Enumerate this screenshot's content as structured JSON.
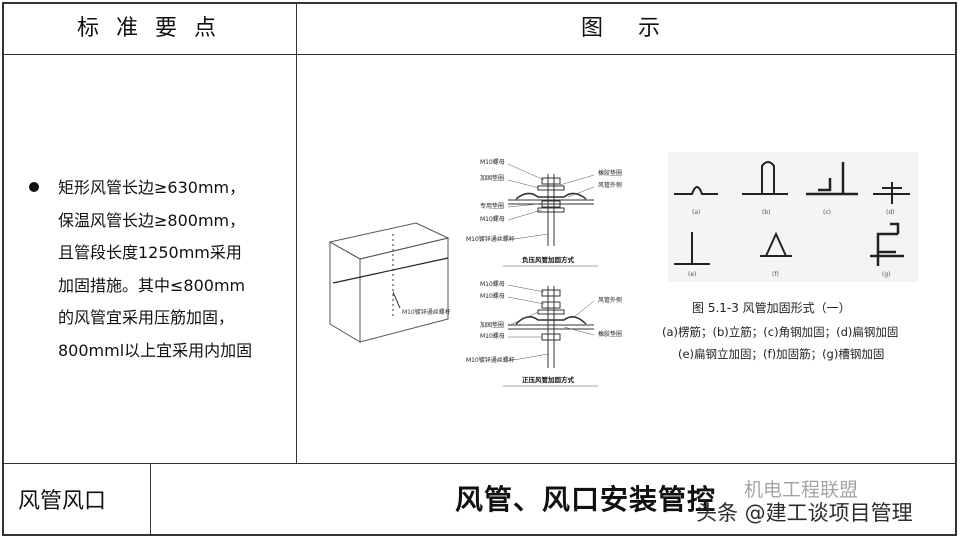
{
  "header": {
    "left": "标 准 要 点",
    "right": "图 示"
  },
  "requirement": {
    "lines": [
      "矩形风管长边≥630mm，",
      "保温风管长边≥800mm，",
      "且管段长度1250mm采用",
      "加固措施。其中≤800mm",
      "的风管宜采用压筋加固，",
      "800mml以上宜采用内加固"
    ]
  },
  "figure": {
    "duct_label": "M10镀锌通丝螺杆",
    "top_detail": {
      "labels_left": [
        "M10螺母",
        "加固垫圈",
        "专用垫圈",
        "M10螺母",
        "M10镀锌通丝螺杆"
      ],
      "labels_right": [
        "橡胶垫圈",
        "风管外侧"
      ],
      "caption": "负压风管加固方式"
    },
    "bottom_detail": {
      "labels_left": [
        "M10螺母",
        "M10螺母",
        "加固垫圈",
        "M10螺母",
        "M10镀锌通丝螺杆"
      ],
      "labels_right": [
        "风管外侧",
        "橡胶垫圈"
      ],
      "caption": "正压风管加固方式"
    },
    "forms": {
      "tags": [
        "(a)",
        "(b)",
        "(c)",
        "(d)",
        "(e)",
        "(f)",
        "(g)"
      ],
      "title": "图 5.1-3        风管加固形式（一）",
      "line1": "(a)楞筋；(b)立筋；(c)角钢加固；(d)扁钢加固",
      "line2": "(e)扁钢立加固；(f)加固筋；(g)槽钢加固"
    }
  },
  "footer": {
    "left": "风管风口",
    "title": "风管、风口安装管控",
    "watermark_top": "机电工程联盟",
    "watermark_bottom": "头条 @建工谈项目管理"
  }
}
